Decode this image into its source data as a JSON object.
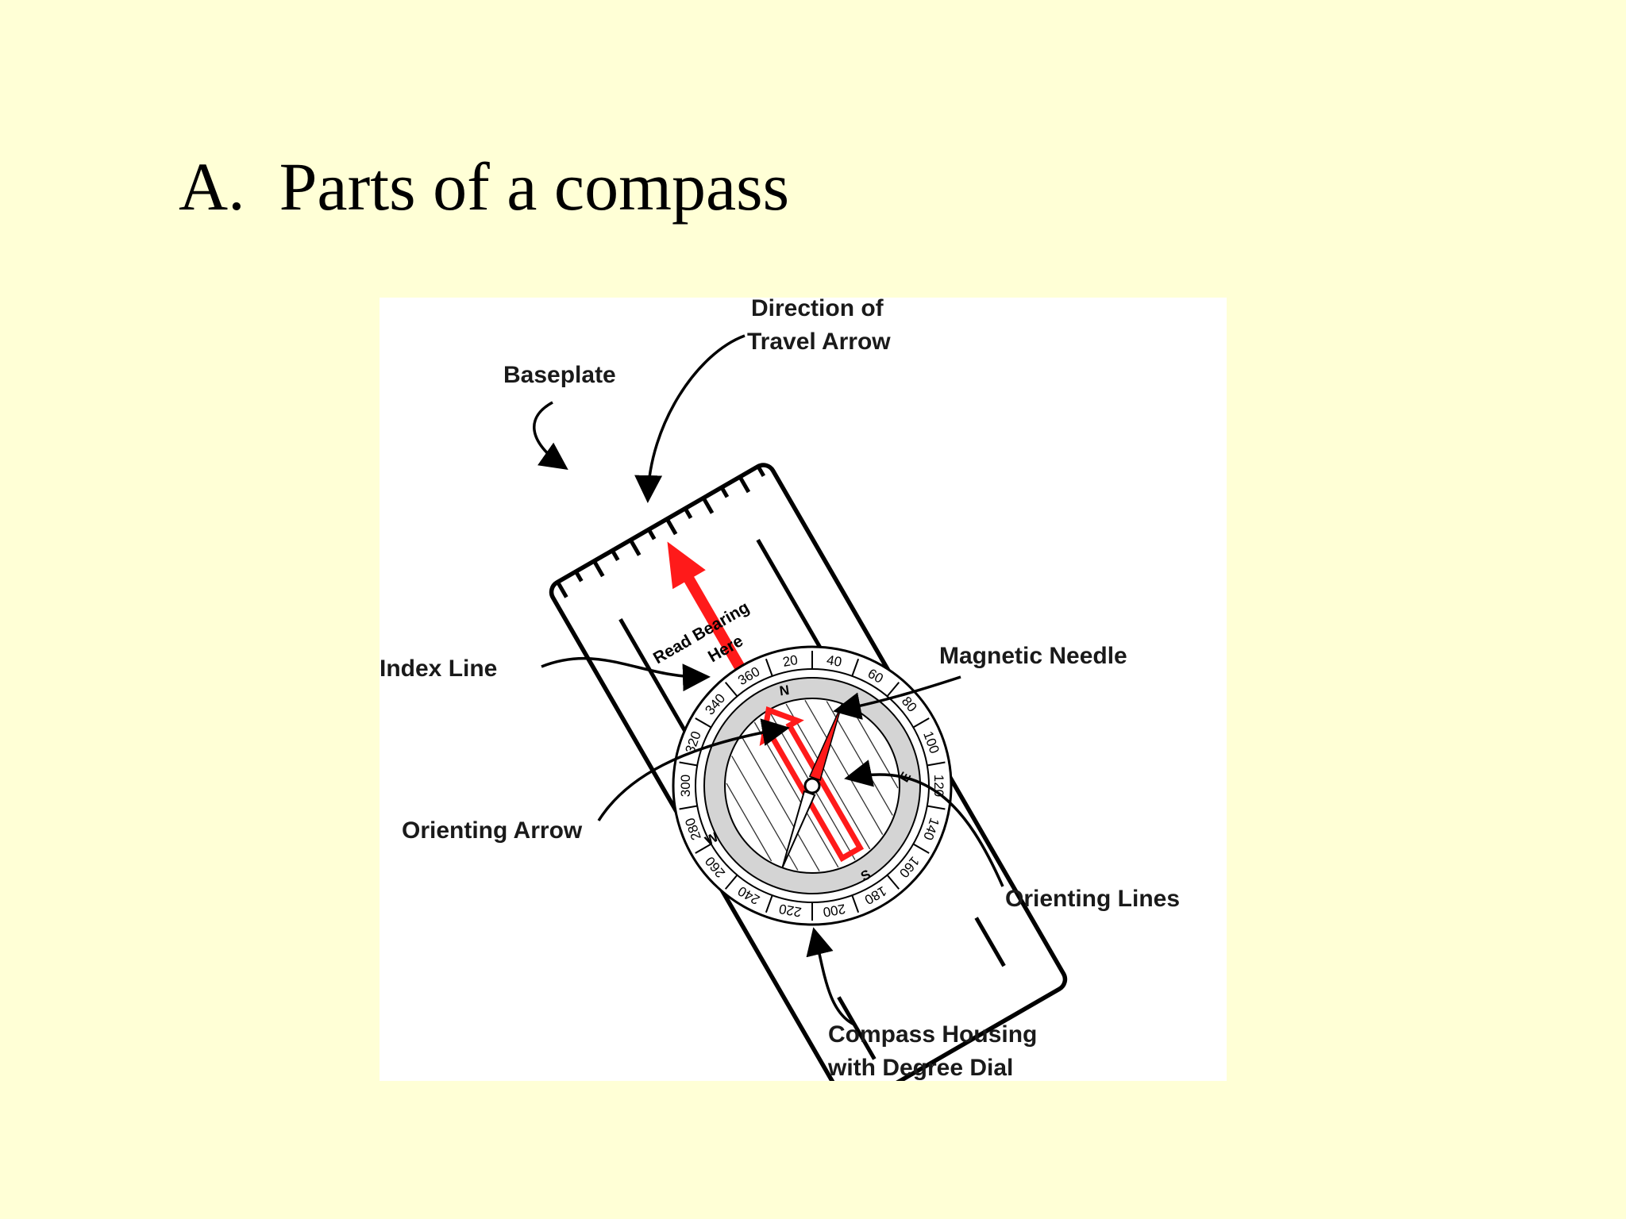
{
  "slide": {
    "title": "A.  Parts of a compass"
  },
  "diagram": {
    "labels": {
      "direction_of_travel_line1": "Direction of",
      "direction_of_travel_line2": "Travel Arrow",
      "baseplate": "Baseplate",
      "index_line": "Index Line",
      "magnetic_needle": "Magnetic Needle",
      "orienting_arrow": "Orienting Arrow",
      "orienting_lines": "Orienting Lines",
      "compass_housing_line1": "Compass Housing",
      "compass_housing_line2": "with Degree Dial",
      "read_bearing_line1": "Read Bearing",
      "read_bearing_line2": "Here"
    },
    "dial_numbers": [
      "360",
      "20",
      "40",
      "60",
      "80",
      "100",
      "120",
      "140",
      "160",
      "180",
      "200",
      "220",
      "240",
      "260",
      "280",
      "300",
      "320",
      "340"
    ],
    "cardinals": {
      "n": "N",
      "e": "E",
      "s": "S",
      "w": "W"
    },
    "colors": {
      "red": "#ff1a1a",
      "line": "#000000",
      "bezel": "#d4d4d4",
      "panel": "#ffffff",
      "background": "#ffffd6"
    }
  }
}
